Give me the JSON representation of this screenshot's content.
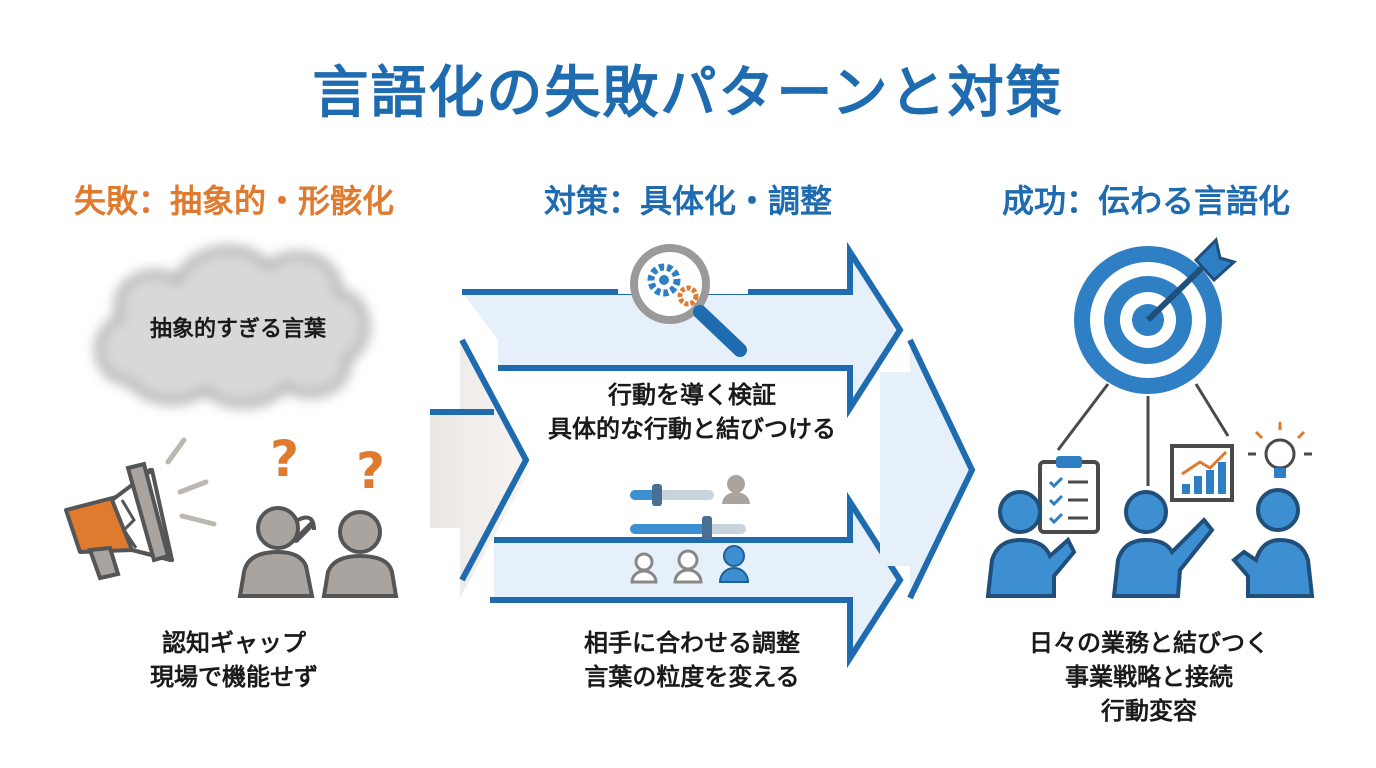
{
  "title": "言語化の失敗パターンと対策",
  "columns": {
    "failure": {
      "heading": "失敗：抽象的・形骸化",
      "cloud_text": "抽象的すぎる言葉",
      "question_marks": [
        "?",
        "?"
      ],
      "caption": [
        "認知ギャップ",
        "現場で機能せず"
      ],
      "icons": [
        "cloud-icon",
        "megaphone-icon",
        "confused-person-icon",
        "person-icon"
      ]
    },
    "countermeasure": {
      "heading": "対策：具体化・調整",
      "upper": {
        "icon": "magnifier-gears-icon",
        "caption": [
          "行動を導く検証",
          "具体的な行動と結びつける"
        ]
      },
      "lower": {
        "icon": "sliders-people-icon",
        "caption": [
          "相手に合わせる調整",
          "言葉の粒度を変える"
        ]
      }
    },
    "success": {
      "heading": "成功：伝わる言語化",
      "icons": [
        "target-arrow-icon",
        "clipboard-checklist-icon",
        "growth-chart-icon",
        "lightbulb-icon",
        "team-icon"
      ],
      "caption": [
        "日々の業務と結びつく",
        "事業戦略と接続",
        "行動変容"
      ]
    }
  },
  "colors": {
    "title": "#1f6bb0",
    "failure_accent": "#e07a2e",
    "arrow_stroke": "#1f6bb0",
    "arrow_fill": "#e6f0fa",
    "gray_figure": "#a9a4a0",
    "blue_figure": "#3d8fd1"
  }
}
